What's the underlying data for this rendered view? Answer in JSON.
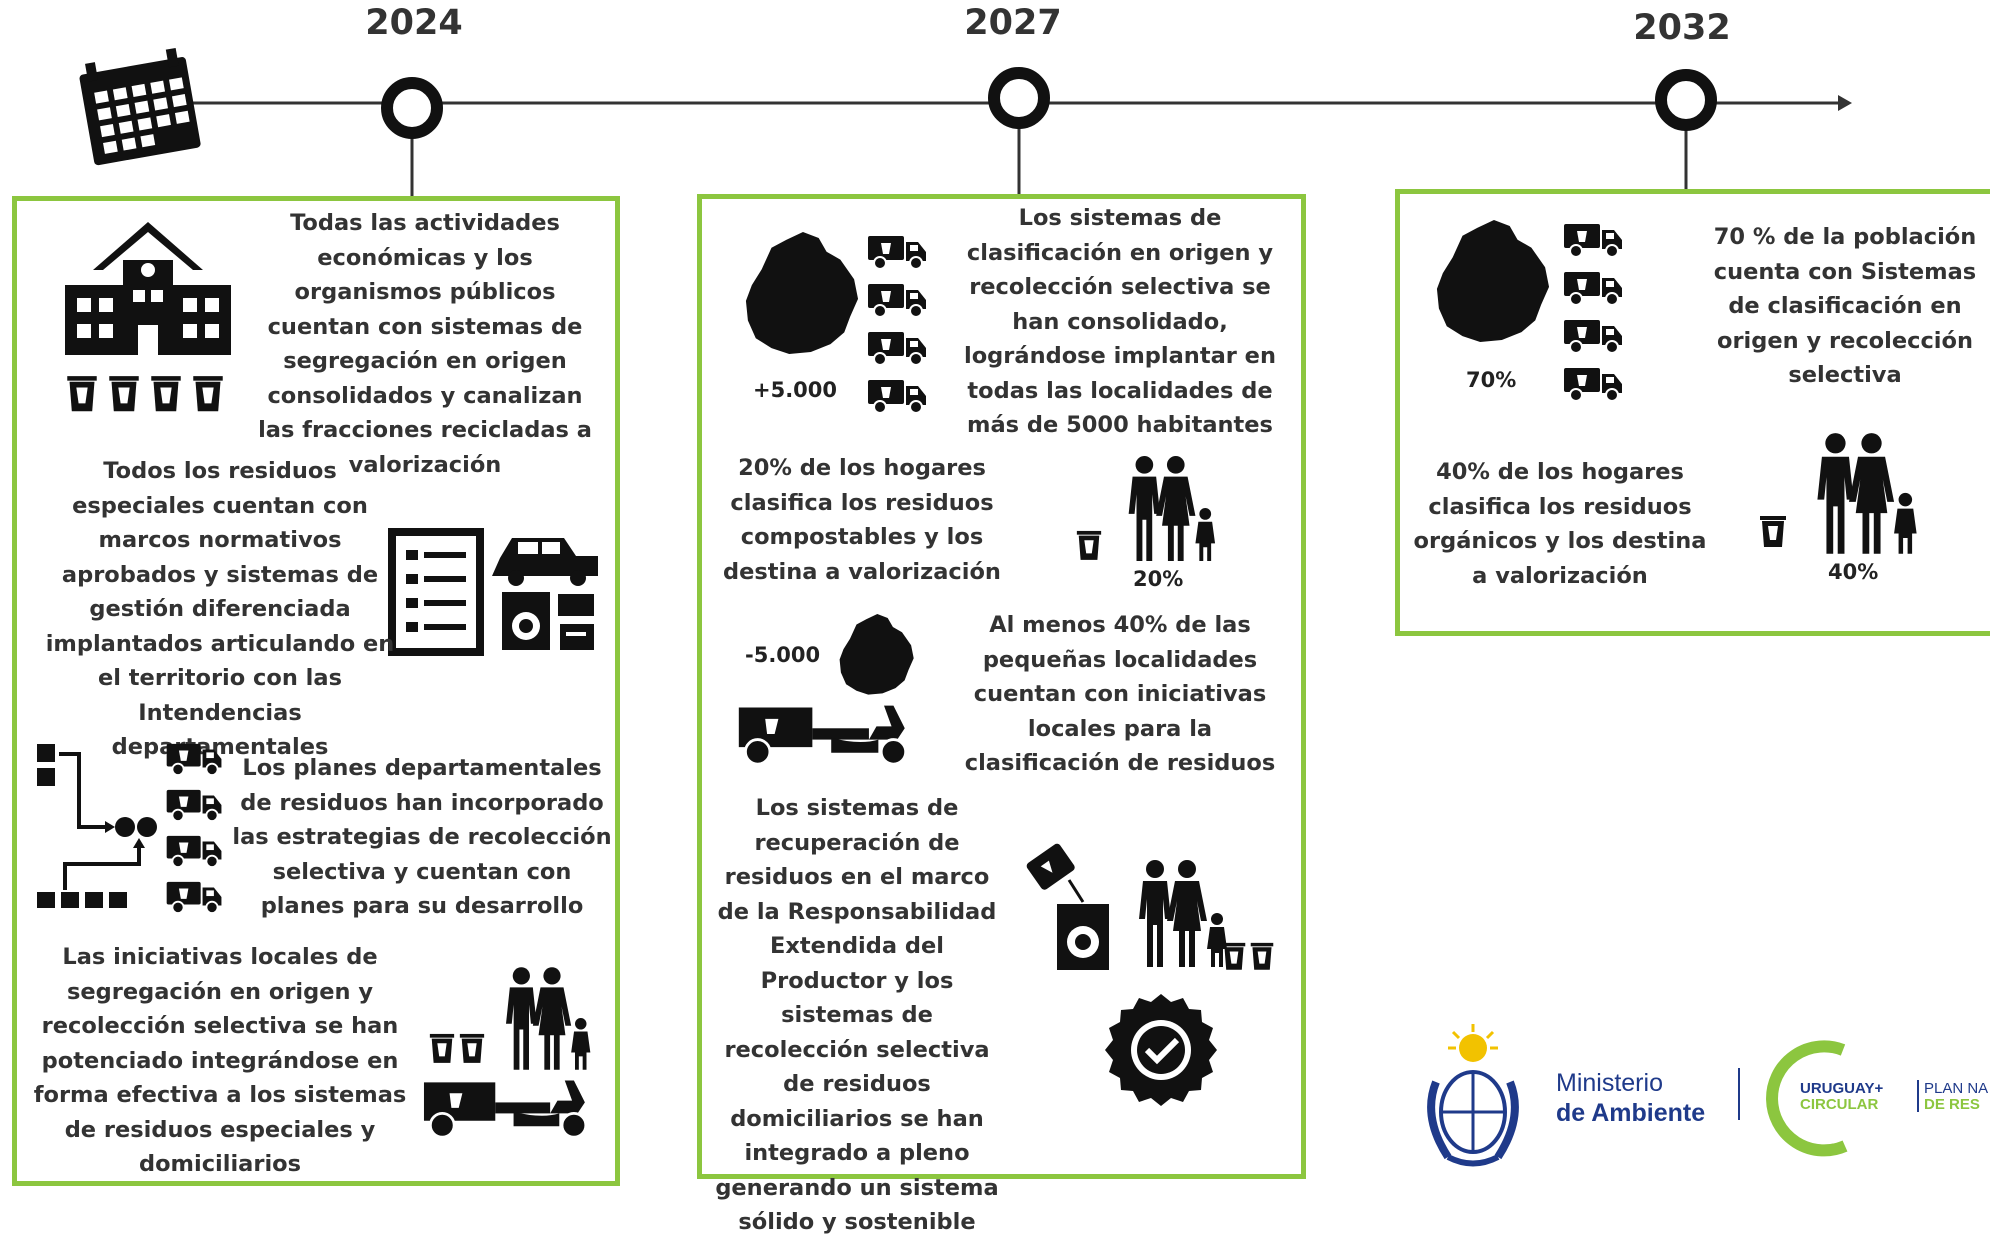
{
  "timeline": {
    "years": [
      "2024",
      "2027",
      "2032"
    ]
  },
  "col2024": {
    "block1": "Todas las actividades económicas y los organismos públicos cuentan con sistemas de segregación en origen consolidados y canalizan las fracciones recicladas a valorización",
    "block2": "Todos los residuos especiales cuentan con marcos normativos aprobados y sistemas de gestión diferenciada implantados articulando en el territorio con las Intendencias departamentales",
    "block3": "Los planes departamentales de residuos han incorporado las estrategias de recolección selectiva y cuentan con planes para su desarrollo",
    "block4": "Las iniciativas locales de segregación en origen y recolección selectiva se han potenciado integrándose en forma efectiva a los sistemas de residuos especiales y domiciliarios"
  },
  "col2027": {
    "block1": "Los sistemas de clasificación en origen y recolección selectiva se han consolidado, lográndose implantar en todas las localidades de más de 5000 habitantes",
    "label_plus": "+5.000",
    "block2": "20% de los hogares clasifica los residuos compostables y los destina a valorización",
    "label_20": "20%",
    "label_minus": "-5.000",
    "block3": "Al menos 40% de las pequeñas localidades cuentan con iniciativas locales para la clasificación de residuos",
    "block4": "Los sistemas de recuperación de residuos en el marco de la Responsabilidad Extendida del Productor y los sistemas de recolección selectiva de residuos domiciliarios se han integrado a pleno generando un sistema sólido y sostenible"
  },
  "col2032": {
    "block1": "70 % de la población cuenta con Sistemas de clasificación en origen y recolección selectiva",
    "label_70": "70%",
    "block2": "40% de los hogares clasifica los residuos orgánicos y los destina a valorización",
    "label_40": "40%"
  },
  "logos": {
    "ministry_line1": "Ministerio",
    "ministry_line2": "de Ambiente",
    "uy_line1": "URUGUAY+",
    "uy_line2": "CIRCULAR",
    "plan_line1": "PLAN NA",
    "plan_line2": "DE RES"
  },
  "colors": {
    "box_border": "#8cc63f",
    "icon": "#111111",
    "ministry_blue": "#1f3a8a",
    "uy_green": "#8cc63f"
  }
}
